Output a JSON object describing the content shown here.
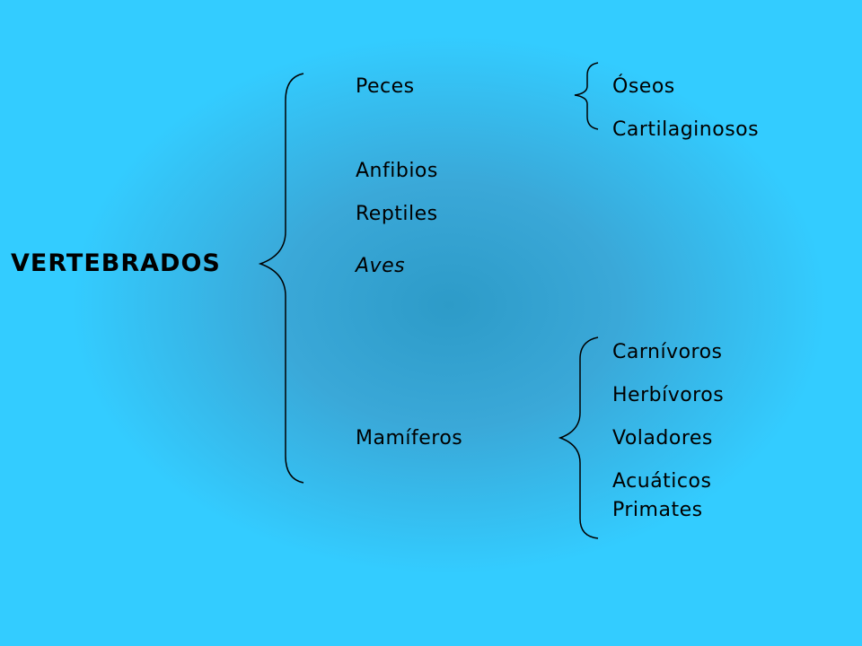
{
  "diagram": {
    "root": "VERTEBRADOS",
    "classes": [
      "Peces",
      "Anfibios",
      "Reptiles",
      "Aves",
      "Mamíferos"
    ],
    "peces_subtypes": [
      "Óseos",
      "Cartilaginosos"
    ],
    "mamiferos_subtypes": [
      "Carnívoros",
      "Herbívoros",
      "Voladores",
      "Acuáticos",
      "Primates"
    ]
  }
}
